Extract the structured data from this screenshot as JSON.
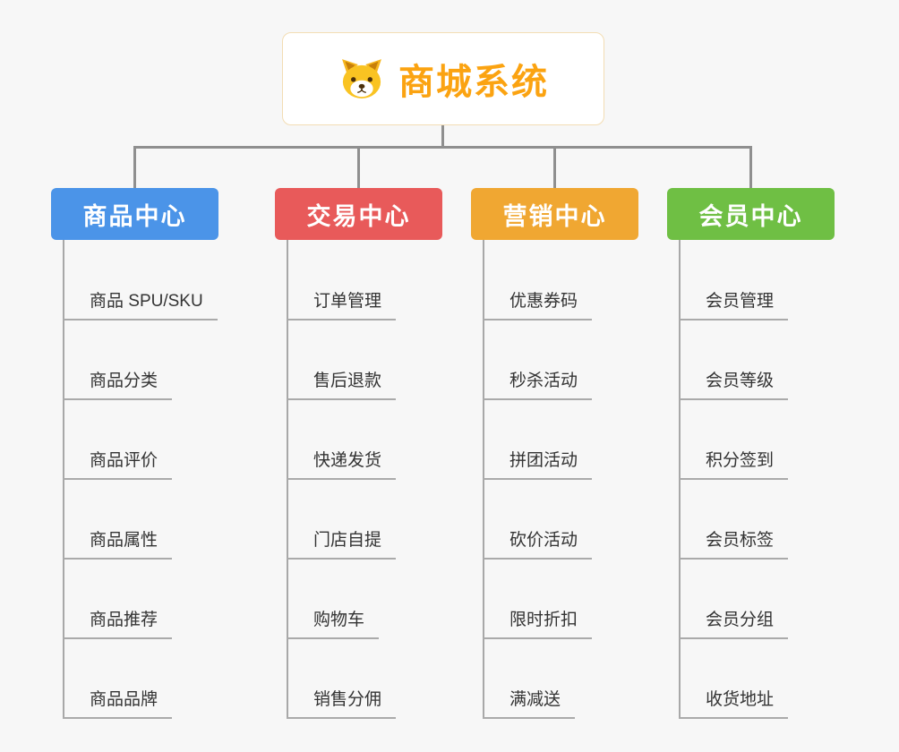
{
  "background_color": "#f7f7f7",
  "root": {
    "title": "商城系统",
    "icon": "dog-icon",
    "text_color": "#fba311",
    "border_color": "#f3ddb4"
  },
  "branches": [
    {
      "label": "商品中心",
      "color": "#4b94e8",
      "children": [
        "商品 SPU/SKU",
        "商品分类",
        "商品评价",
        "商品属性",
        "商品推荐",
        "商品品牌"
      ]
    },
    {
      "label": "交易中心",
      "color": "#e85a5a",
      "children": [
        "订单管理",
        "售后退款",
        "快递发货",
        "门店自提",
        "购物车",
        "销售分佣"
      ]
    },
    {
      "label": "营销中心",
      "color": "#f0a732",
      "children": [
        "优惠券码",
        "秒杀活动",
        "拼团活动",
        "砍价活动",
        "限时折扣",
        "满减送"
      ]
    },
    {
      "label": "会员中心",
      "color": "#6fbf44",
      "children": [
        "会员管理",
        "会员等级",
        "积分签到",
        "会员标签",
        "会员分组",
        "收货地址"
      ]
    }
  ]
}
